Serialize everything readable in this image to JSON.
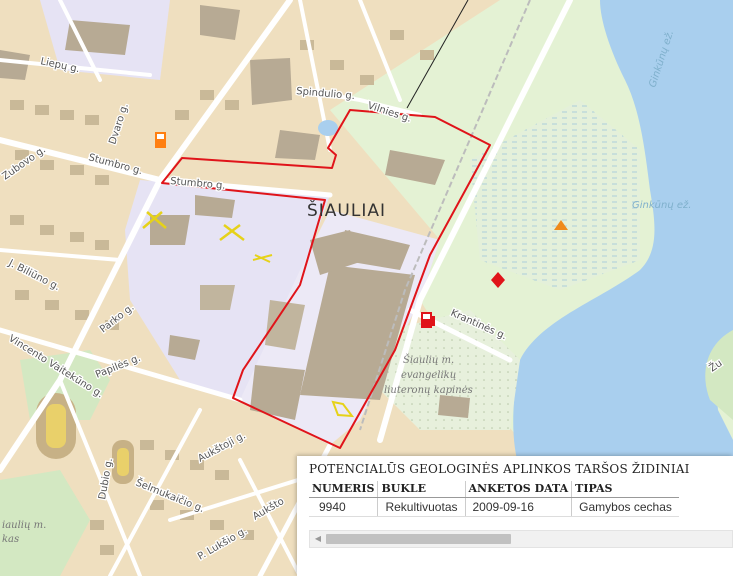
{
  "map": {
    "city_label": "ŠIAULIAI",
    "lake_label": "Ginkūnų ež.",
    "lake_label_north": "Ginkūnų ež.",
    "cemetery_label_lines": [
      "Šiaulių m.",
      "evangelikų",
      "liuteronų kapinės"
    ],
    "park_label_lines": [
      "iaulių m.",
      "kas"
    ],
    "streets": {
      "liepu": "Liepų g.",
      "spindulio": "Spindulio g.",
      "vilnies": "Vilnies g.",
      "dvaro": "Dvaro g.",
      "stumbro_west": "Stumbro g.",
      "stumbro_east": "Stumbro g.",
      "zubovo": "Zubovo g.",
      "biliuno": "J. Biliūno g.",
      "parko": "Parko g.",
      "vaitekuno": "Vincento Vaitekūno g.",
      "papiles": "Papilės g.",
      "krantines": "Krantinės g.",
      "dubio": "Dubio g.",
      "aukstoji": "Aukštoji g.",
      "selmukaikio": "Šelmukaičio g.",
      "lukso": "P. Lukšio g.",
      "aukstoji2": "Aukšto",
      "edge_right": "Žu"
    },
    "symbols": {
      "fuel": "fuel-station-icon",
      "mine": "mine-symbol-icon",
      "hazard": "hazard-triangle-icon",
      "pollution": "pollution-site-icon"
    },
    "colors": {
      "boundary": "#e0141a",
      "water": "#a9cfee",
      "green": "#e4f2d4",
      "industrial": "#e6e3f4",
      "building": "#b7aa94",
      "residential": "#efdfbf"
    }
  },
  "popup": {
    "title": "POTENCIALŪS GEOLOGINĖS APLINKOS TARŠOS ŽIDINIAI",
    "columns": [
      "NUMERIS",
      "BUKLE",
      "ANKETOS DATA",
      "TIPAS"
    ],
    "rows": [
      [
        "9940",
        "Rekultivuotas",
        "2009-09-16",
        "Gamybos cechas"
      ]
    ],
    "scroll_fraction": 0.46
  }
}
